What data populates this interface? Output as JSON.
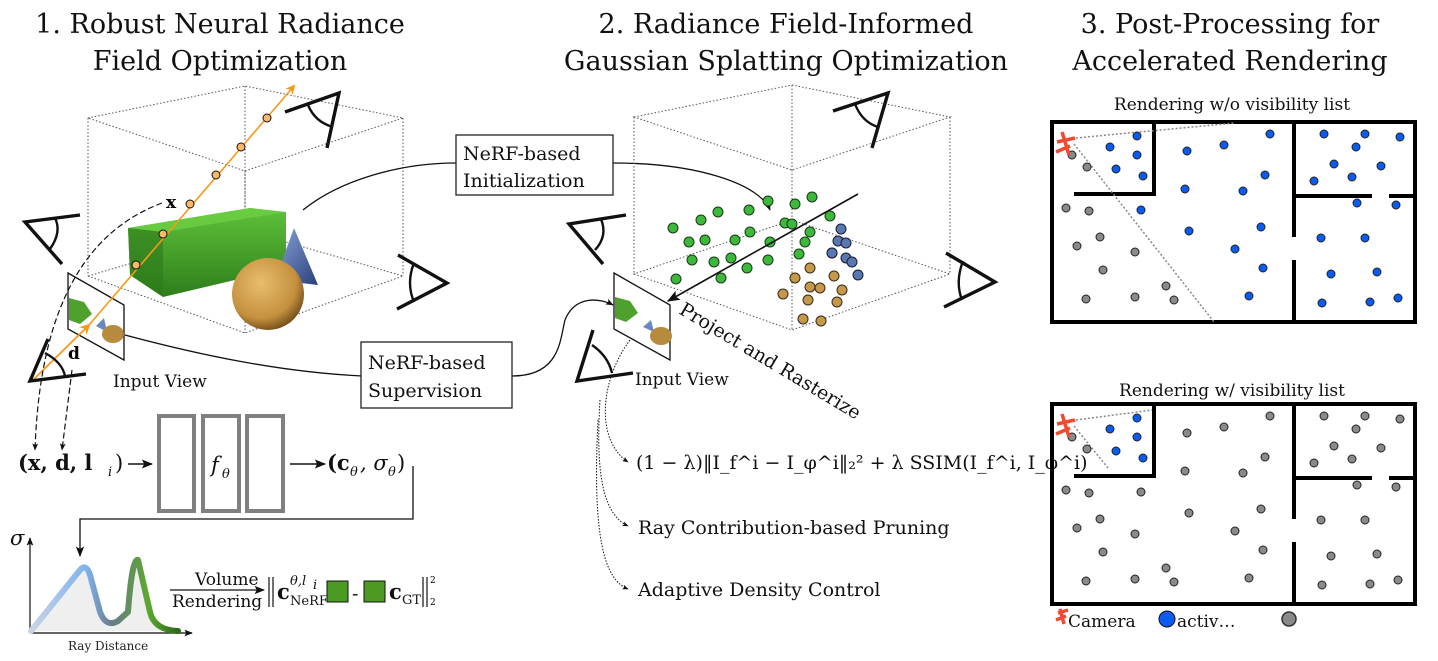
{
  "sections": {
    "s1": {
      "title_line1": "1. Robust Neural Radiance",
      "title_line2": "Field Optimization"
    },
    "s2": {
      "title_line1": "2. Radiance Field-Informed",
      "title_line2": "Gaussian Splatting Optimization"
    },
    "s3": {
      "title_line1": "3. Post-Processing for",
      "title_line2": "Accelerated Rendering"
    }
  },
  "stage1": {
    "ray_point_label": "x",
    "ray_dir_label": "d",
    "input_view_label": "Input View",
    "mlp_input": "(x, d, l",
    "mlp_input_sub": "i",
    "mlp_input_close": ")",
    "mlp_label": "f",
    "mlp_label_sub": "θ",
    "mlp_output": "(c",
    "mlp_output_sub1": "θ",
    "mlp_output_mid": ", σ",
    "mlp_output_sub2": "θ",
    "mlp_output_close": ")",
    "graph_y_label": "σ",
    "graph_x_label": "Ray Distance",
    "volume_render_top": "Volume",
    "volume_render_bottom": "Rendering",
    "loss_c": "c",
    "loss_sup": "θ,l",
    "loss_sup_i": "i",
    "loss_sub": "NeRF",
    "loss_minus": "-",
    "loss_c_gt": "c",
    "loss_gt_sub": "GT",
    "loss_exp": "2",
    "loss_norm_sub": "2"
  },
  "connectors": {
    "init_box_line1": "NeRF-based",
    "init_box_line2": "Initialization",
    "sup_box_line1": "NeRF-based",
    "sup_box_line2": "Supervision"
  },
  "stage2": {
    "input_view_label": "Input View",
    "project_label": "Project and Rasterize",
    "loss_formula": "(1 − λ)‖I",
    "loss_formula_rest": " + λ SSIM(I",
    "loss_items": [
      "(1 − λ)‖I_f^i − I_φ^i‖₂² + λ SSIM(I_f^i, I_φ^i)",
      "Ray Contribution-based Pruning",
      "Adaptive Density Control"
    ],
    "gaussian_colors": {
      "green": "#3cb83a",
      "blue": "#5a78b0",
      "tan": "#c49a4a"
    }
  },
  "stage3": {
    "top_caption": "Rendering w/o visibility list",
    "bottom_caption": "Rendering w/ visibility list",
    "legend": [
      {
        "icon": "camera-icon",
        "label": "Camera",
        "color": "#f04a30"
      },
      {
        "icon": "active-gaussian-icon",
        "label": "activ…",
        "color": "#0a5cf0"
      },
      {
        "icon": "inactive-gaussian-icon",
        "label": "",
        "color": "#888888"
      }
    ],
    "colors": {
      "active": "#0a5cf0",
      "inactive": "#8a8a8a",
      "camera": "#f04a30"
    }
  },
  "colors": {
    "ray": "#f59a1a",
    "mlp_gray": "#808080",
    "curve_blue": "#7fb2ec",
    "curve_green": "#4a9a2a",
    "swatch_green": "#4c9a22"
  }
}
